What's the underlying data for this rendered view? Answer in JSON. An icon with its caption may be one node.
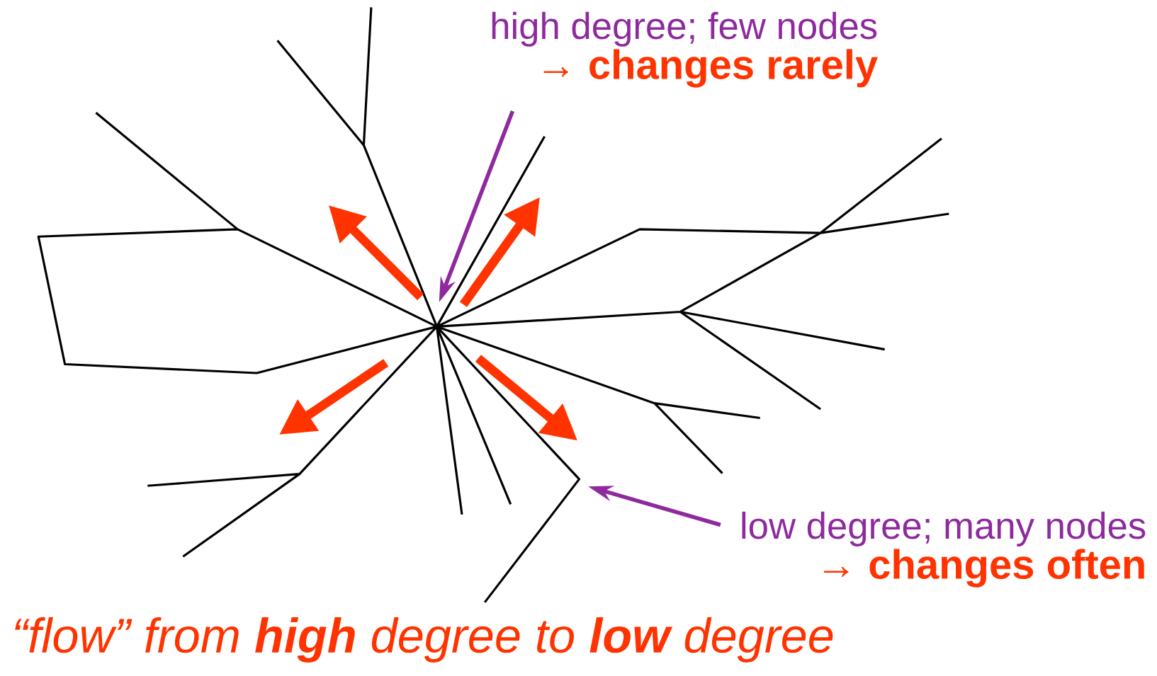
{
  "diagram": {
    "caption": "“flow” from **high** degree to **low** degree",
    "nodes": [
      {
        "text": [
          "high degree; few nodes",
          "→ changes rarely"
        ]
      },
      {
        "text": [
          "low degree; many nodes",
          "→ changes often"
        ]
      }
    ],
    "edges": [
      {
        "from": 0,
        "to": null,
        "arrow": "to"
      },
      {
        "from": 1,
        "to": null,
        "arrow": "to"
      }
    ]
  }
}
